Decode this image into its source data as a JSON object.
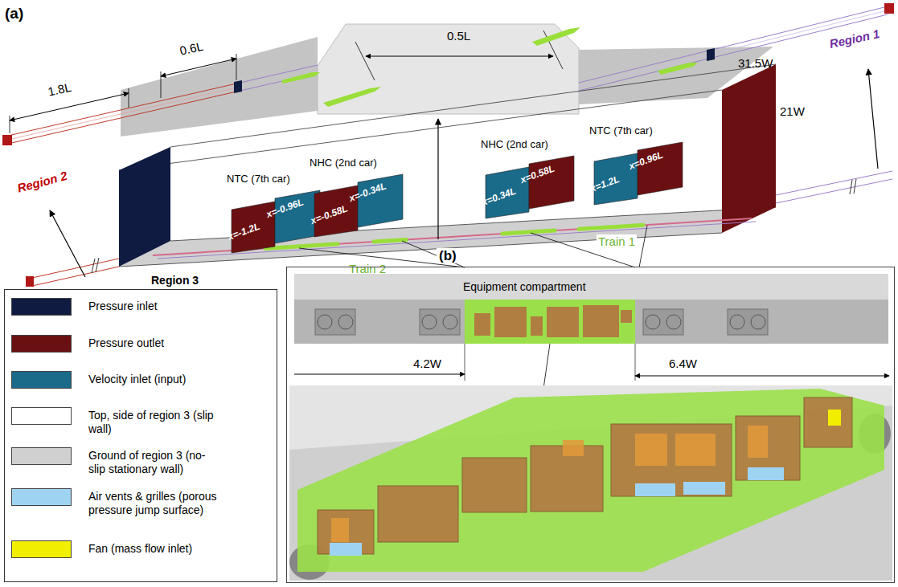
{
  "diagram": {
    "nodes": [
      {
        "text": [
          "NTC (7th car)",
          "x=-0.96L",
          "x=-1.2L"
        ]
      },
      {
        "text": [
          "NHC (2nd car)",
          "x=-0.34L",
          "x=-0.58L"
        ]
      },
      {
        "text": [
          "NHC (2nd car)",
          "x=0.58L",
          "x=0.34L"
        ]
      },
      {
        "text": [
          "NTC (7th car)",
          "x=0.96L",
          "x=1.2L"
        ]
      },
      {
        "text": [
          "(b)"
        ]
      },
      {
        "text": [
          "Equipment compartment"
        ],
        "in": 4
      }
    ],
    "labels": [
      "(a)",
      "0.6L",
      "1.8L",
      "0.5L",
      "Region 1",
      "31.5W",
      "21W",
      "Region 2",
      "Region 3",
      "Train 2",
      "Train 1",
      "4.2W",
      "6.4W"
    ],
    "legend": [
      {
        "text": "Pressure inlet",
        "color": "#0f1b40"
      },
      {
        "text": "Pressure outlet",
        "color": "#6b1012"
      },
      {
        "text": "Velocity inlet (input)",
        "color": "#1a6a8a"
      },
      {
        "text": "Top, side of region 3 (slip wall)",
        "color": "#ffffff"
      },
      {
        "text": "Ground of region 3 (no-slip stationary wall)",
        "color": "#d0d0d0"
      },
      {
        "text": "Air vents & grilles (porous pressure jump surface)",
        "color": "#9fd3f2"
      },
      {
        "text": "Fan (mass flow inlet)",
        "color": "#f2ee00"
      }
    ]
  }
}
